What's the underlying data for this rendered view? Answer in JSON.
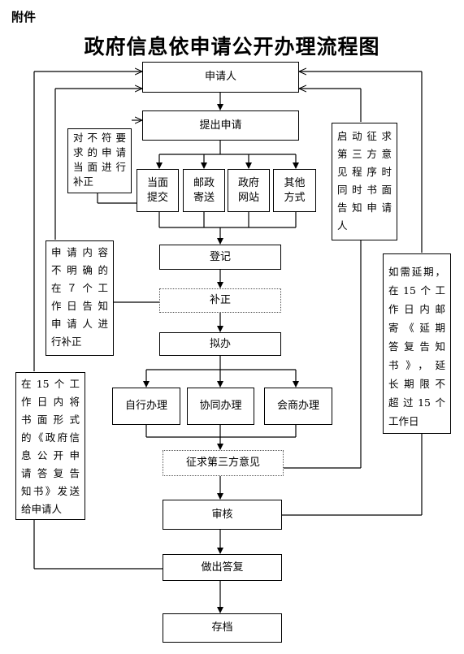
{
  "attachment_label": "附件",
  "title": "政府信息依申请公开办理流程图",
  "nodes": {
    "applicant": "申请人",
    "submit": "提出申请",
    "channels": [
      {
        "l1": "当面",
        "l2": "提交"
      },
      {
        "l1": "邮政",
        "l2": "寄送"
      },
      {
        "l1": "政府",
        "l2": "网站"
      },
      {
        "l1": "其他",
        "l2": "方式"
      }
    ],
    "register": "登记",
    "correction": "补正",
    "draft": "拟办",
    "handle_options": [
      "自行办理",
      "协同办理",
      "会商办理"
    ],
    "third_party": "征求第三方意见",
    "review": "审核",
    "reply": "做出答复",
    "archive": "存档"
  },
  "notes": {
    "noncompliant": [
      "对不符要",
      "求的申请",
      "当面进行",
      "补正"
    ],
    "unclear": [
      "申请内容",
      "不明确的",
      "在７个工",
      "作日告知",
      "申请人进",
      "行补正"
    ],
    "third_party_notice": [
      "启动征求",
      "第三方意",
      "见程序时",
      "同时书面",
      "告知申请",
      "人"
    ],
    "extension": [
      "如需延期，",
      "在15个工",
      "作日内邮",
      "寄《延期",
      "答复告知",
      "书》，延",
      "长期限不",
      "超过15个",
      "工作日"
    ],
    "written_reply": [
      "在15个工",
      "作日内将",
      "书面形式",
      "的《政府信",
      "息公开申",
      "请答复告",
      "知书》发送",
      "给申请人"
    ]
  }
}
